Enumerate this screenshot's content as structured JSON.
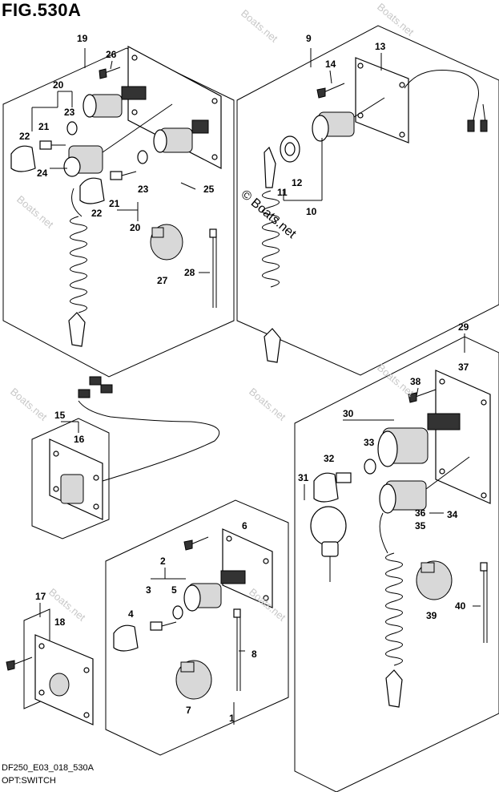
{
  "figure": {
    "title": "FIG.530A",
    "code": "DF250_E03_018_530A",
    "caption": "OPT:SWITCH"
  },
  "watermark": {
    "text": "Boats.net",
    "main": "© Boats.net"
  },
  "callouts": {
    "c1": "1",
    "c2": "2",
    "c3": "3",
    "c4": "4",
    "c5": "5",
    "c6": "6",
    "c7": "7",
    "c8": "8",
    "c9": "9",
    "c10": "10",
    "c11": "11",
    "c12": "12",
    "c13": "13",
    "c14": "14",
    "c15": "15",
    "c16": "16",
    "c17": "17",
    "c18": "18",
    "c19": "19",
    "c20a": "20",
    "c20b": "20",
    "c21a": "21",
    "c21b": "21",
    "c22a": "22",
    "c22b": "22",
    "c23a": "23",
    "c23b": "23",
    "c24": "24",
    "c25": "25",
    "c26": "26",
    "c27": "27",
    "c28": "28",
    "c29": "29",
    "c30": "30",
    "c31": "31",
    "c32": "32",
    "c33": "33",
    "c34": "34",
    "c35": "35",
    "c36": "36",
    "c37": "37",
    "c38": "38",
    "c39": "39",
    "c40": "40"
  }
}
